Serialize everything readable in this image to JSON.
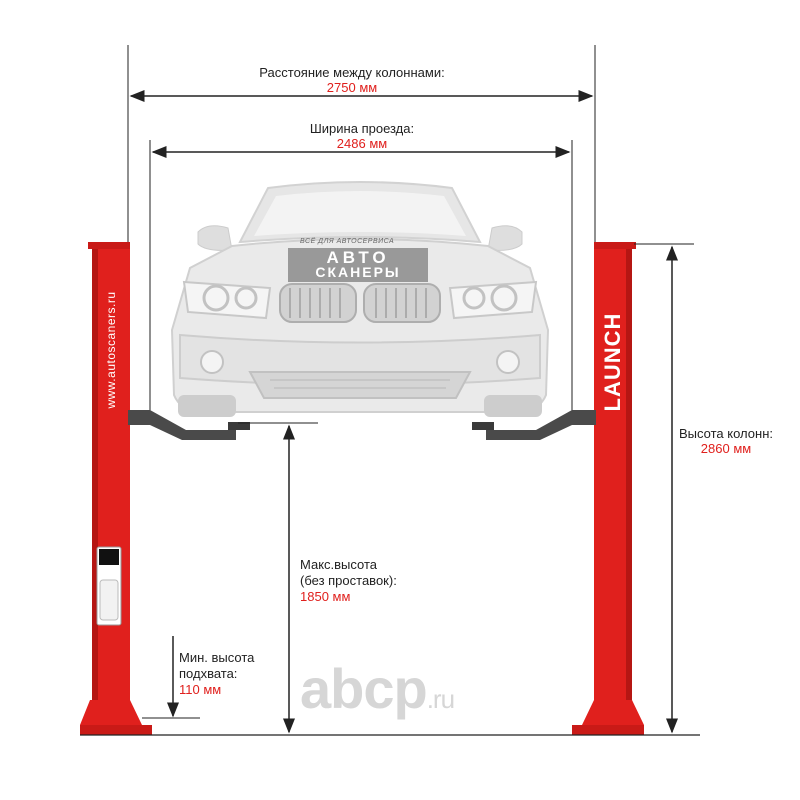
{
  "colors": {
    "column_red": "#e0201d",
    "dark_red": "#b51613",
    "arm_gray": "#4a4a4a",
    "dim_line": "#222222",
    "value_red": "#e0201d",
    "car_gray": "#d8d8d8",
    "watermark": "#d6d6d6"
  },
  "dimensions": {
    "column_spacing": {
      "label": "Расстояние между колоннами:",
      "value": "2750 мм"
    },
    "drive_through_width": {
      "label": "Ширина проезда:",
      "value": "2486 мм"
    },
    "column_height": {
      "label": "Высота колонн:",
      "value": "2860 мм"
    },
    "max_height": {
      "line1": "Макс.высота",
      "line2": "(без проставок):",
      "value": "1850 мм"
    },
    "min_height": {
      "line1": "Мин. высота",
      "line2": "подхвата:",
      "value": "110 мм"
    }
  },
  "column_texts": {
    "left_vertical": "www.autoscaners.ru",
    "right_vertical": "LAUNCH"
  },
  "hood_sign": {
    "top": "ВСЁ ДЛЯ АВТОСЕРВИСА",
    "word1": "АВТО",
    "word2": "СКАНЕРЫ"
  },
  "watermark": {
    "main": "abcp",
    "suffix": ".ru"
  }
}
